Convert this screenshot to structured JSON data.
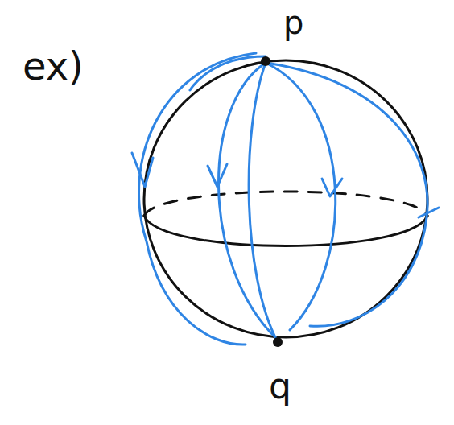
{
  "diagram": {
    "labels": [
      "ex)",
      "p",
      "q"
    ]
  }
}
